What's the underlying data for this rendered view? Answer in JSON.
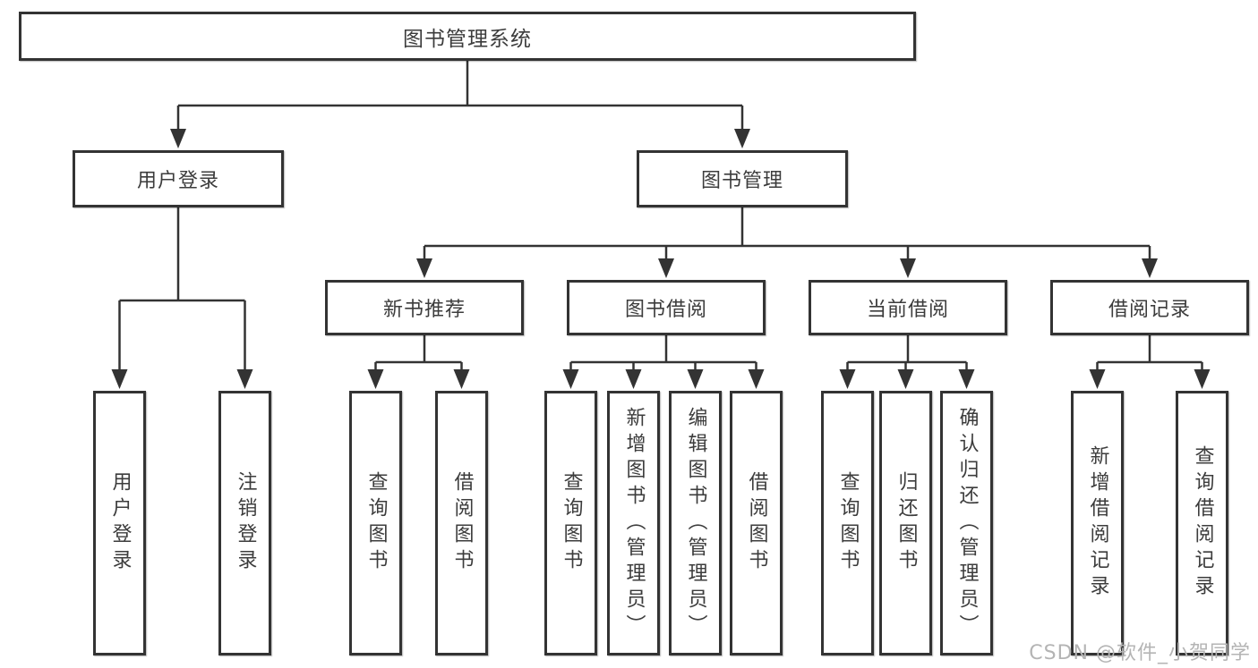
{
  "diagram": {
    "root": {
      "label": "图书管理系统"
    },
    "level2": [
      {
        "label": "用户登录"
      },
      {
        "label": "图书管理"
      }
    ],
    "level3": [
      {
        "label": "新书推荐"
      },
      {
        "label": "图书借阅"
      },
      {
        "label": "当前借阅"
      },
      {
        "label": "借阅记录"
      }
    ],
    "leaves": {
      "user_login": [
        "用户登录",
        "注销登录"
      ],
      "new_books": [
        "查询图书",
        "借阅图书"
      ],
      "book_borrow": [
        "查询图书",
        "新增图书（管理员）",
        "编辑图书（管理员）",
        "借阅图书"
      ],
      "current_borrow": [
        "查询图书",
        "归还图书",
        "确认归还（管理员）"
      ],
      "borrow_records": [
        "新增借阅记录",
        "查询借阅记录"
      ]
    },
    "watermark": "CSDN @软件_小贺同学",
    "colors": {
      "line": "#333333",
      "text": "#3c3c3c",
      "watermark": "#b4b4b4",
      "background": "#ffffff"
    }
  }
}
